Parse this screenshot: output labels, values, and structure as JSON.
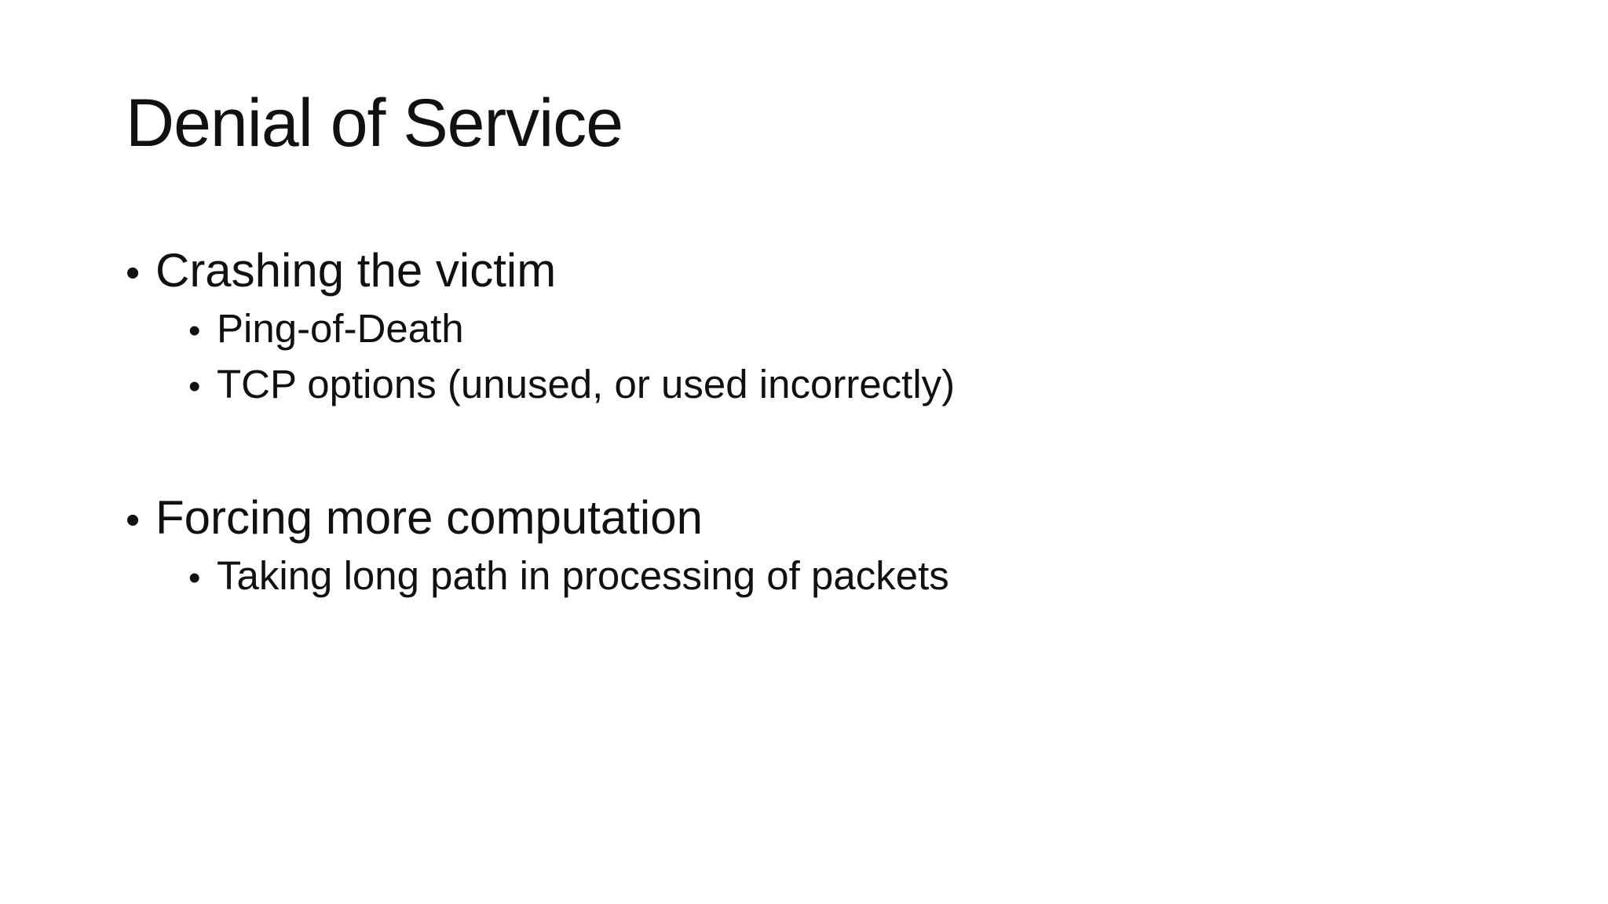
{
  "slide": {
    "title": "Denial of Service",
    "bullet_char": "•",
    "groups": [
      {
        "heading": "Crashing the victim",
        "subitems": [
          "Ping-of-Death",
          "TCP options (unused, or used incorrectly)"
        ]
      },
      {
        "heading": "Forcing more computation",
        "subitems": [
          "Taking long path in processing of packets"
        ]
      }
    ],
    "colors": {
      "background": "#ffffff",
      "text": "#111111"
    }
  }
}
